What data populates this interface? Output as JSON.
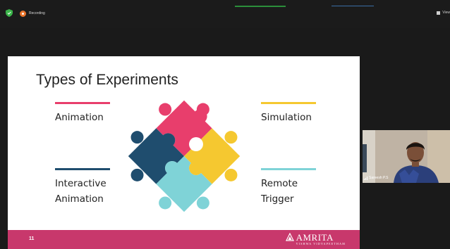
{
  "toolbar": {
    "recording_label": "Recording",
    "view_label": "View"
  },
  "slide": {
    "title": "Types of Experiments",
    "items": [
      {
        "label": "Animation",
        "line_color": "#e83e6c"
      },
      {
        "label": "Simulation",
        "line_color": "#f5c830"
      },
      {
        "label": "Interactive\nAnimation",
        "line_color": "#1f4d6e"
      },
      {
        "label": "Remote\nTrigger",
        "line_color": "#7fd3d7"
      }
    ],
    "puzzle_colors": {
      "top": "#e83e6c",
      "right": "#f5c830",
      "left": "#1f4d6e",
      "bottom": "#7fd3d7"
    },
    "page_number": "11",
    "footer_color": "#c8386c",
    "logo": {
      "name": "AMRITA",
      "subtitle": "VISHWA VIDYAPEETHAM"
    }
  },
  "participant": {
    "name": "Sareesh P.S"
  }
}
